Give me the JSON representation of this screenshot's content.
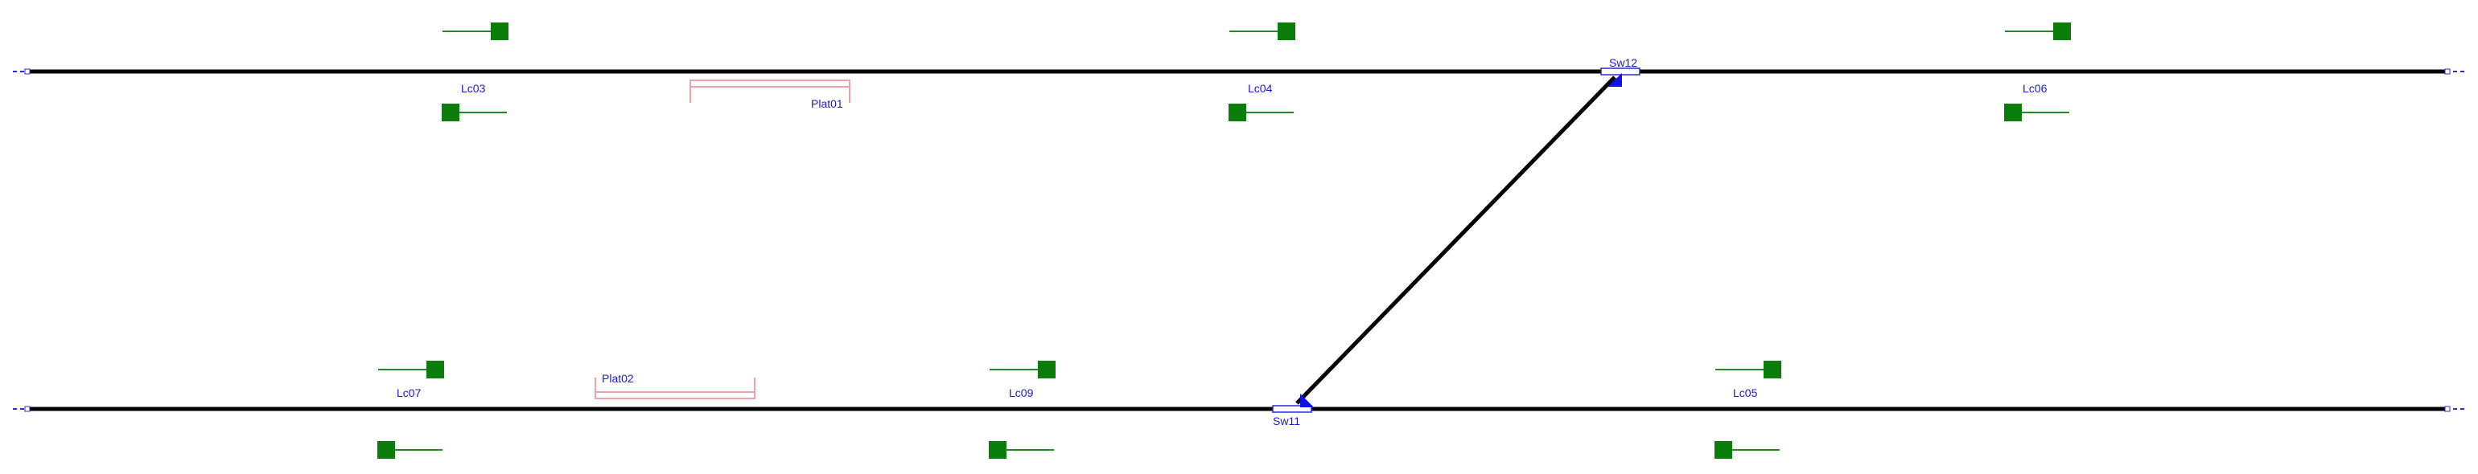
{
  "colors": {
    "track": "#000000",
    "signal": "#0b7d0b",
    "label": "#1a1adb",
    "platform": "#f4a0a8",
    "switch_marker": "#1010e8"
  },
  "signals": {
    "lc03": {
      "label": "Lc03"
    },
    "lc04": {
      "label": "Lc04"
    },
    "lc06": {
      "label": "Lc06"
    },
    "lc07": {
      "label": "Lc07"
    },
    "lc09": {
      "label": "Lc09"
    },
    "lc05": {
      "label": "Lc05"
    }
  },
  "platforms": {
    "plat01": {
      "label": "Plat01"
    },
    "plat02": {
      "label": "Plat02"
    }
  },
  "switches": {
    "sw12": {
      "label": "Sw12"
    },
    "sw11": {
      "label": "Sw11"
    }
  }
}
